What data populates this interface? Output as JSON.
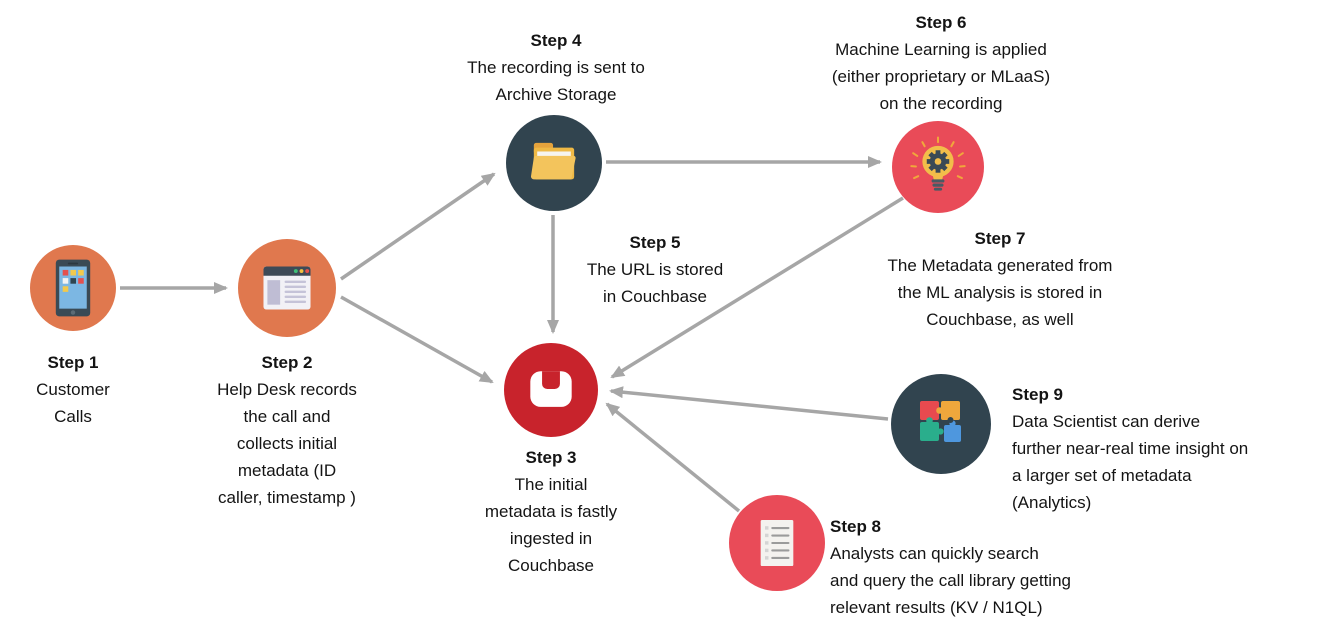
{
  "diagram": {
    "description": "Nine-step call-center flow diagram around Couchbase",
    "arrow_color": "#A6A6A6",
    "text_color": "#141414",
    "background": "#ffffff"
  },
  "palette": {
    "orange": "#E0784E",
    "couchbase_red": "#C8232C",
    "crimson": "#E94B58",
    "dark_slate": "#31444F"
  },
  "steps": [
    {
      "id": "step-1",
      "title": "Step 1",
      "lines": [
        "Customer",
        "Calls"
      ],
      "icon": "smartphone-icon",
      "circle_color": "#E0784E"
    },
    {
      "id": "step-2",
      "title": "Step 2",
      "lines": [
        "Help Desk records",
        "the call and",
        "collects initial",
        "metadata (ID",
        "caller, timestamp )"
      ],
      "icon": "browser-window-icon",
      "circle_color": "#E0784E"
    },
    {
      "id": "step-3",
      "title": "Step 3",
      "lines": [
        "The initial",
        "metadata is fastly",
        "ingested in",
        "Couchbase"
      ],
      "icon": "couchbase-logo-icon",
      "circle_color": "#C8232C"
    },
    {
      "id": "step-4",
      "title": "Step 4",
      "lines": [
        "The recording is sent to",
        "Archive Storage"
      ],
      "icon": "folder-icon",
      "circle_color": "#31444F"
    },
    {
      "id": "step-5",
      "title": "Step 5",
      "lines": [
        "The URL is stored",
        "in Couchbase"
      ]
    },
    {
      "id": "step-6",
      "title": "Step 6",
      "lines": [
        "Machine Learning is applied",
        "(either proprietary or MLaaS)",
        "on the recording"
      ],
      "icon": "lightbulb-gear-icon",
      "circle_color": "#E94B58"
    },
    {
      "id": "step-7",
      "title": "Step 7",
      "lines": [
        "The Metadata generated from",
        "the ML analysis is stored in",
        "Couchbase, as well"
      ]
    },
    {
      "id": "step-8",
      "title": "Step 8",
      "lines": [
        "Analysts can quickly search",
        "and query the call library getting",
        "relevant results (KV / N1QL)"
      ],
      "icon": "checklist-document-icon",
      "circle_color": "#E94B58"
    },
    {
      "id": "step-9",
      "title": "Step 9",
      "lines": [
        "Data Scientist can derive",
        "further near-real time insight on",
        "a larger set of metadata",
        "(Analytics)"
      ],
      "icon": "puzzle-pieces-icon",
      "circle_color": "#31444F"
    }
  ]
}
